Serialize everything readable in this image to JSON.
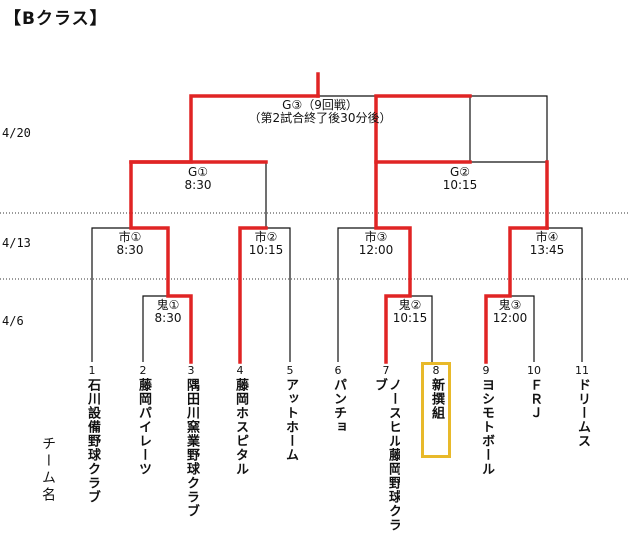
{
  "title": "【Bクラス】",
  "dates": {
    "d1": "4/20",
    "d2": "4/13",
    "d3": "4/6"
  },
  "team_header": "チーム名",
  "matches": {
    "final": {
      "label": "G③（9回戦）",
      "note": "（第2試合終了後30分後）"
    },
    "semi1": {
      "label": "G①",
      "time": "8:30"
    },
    "semi2": {
      "label": "G②",
      "time": "10:15"
    },
    "q1": {
      "label": "市①",
      "time": "8:30"
    },
    "q2": {
      "label": "市②",
      "time": "10:15"
    },
    "q3": {
      "label": "市③",
      "time": "12:00"
    },
    "q4": {
      "label": "市④",
      "time": "13:45"
    },
    "r1a": {
      "label": "鬼①",
      "time": "8:30"
    },
    "r1b": {
      "label": "鬼②",
      "time": "10:15"
    },
    "r1c": {
      "label": "鬼③",
      "time": "12:00"
    }
  },
  "teams": [
    {
      "num": "1",
      "name": "石川設備野球クラブ"
    },
    {
      "num": "2",
      "name": "藤岡パイレーツ"
    },
    {
      "num": "3",
      "name": "隅田川窯業野球クラブ"
    },
    {
      "num": "4",
      "name": "藤岡ホスピタル"
    },
    {
      "num": "5",
      "name": "アットホーム"
    },
    {
      "num": "6",
      "name": "パンチョ"
    },
    {
      "num": "7",
      "name": "ノースヒル藤岡野球クラブ"
    },
    {
      "num": "8",
      "name": "新撰組"
    },
    {
      "num": "9",
      "name": "ヨシモトボール"
    },
    {
      "num": "10",
      "name": "ＦＲＪ"
    },
    {
      "num": "11",
      "name": "ドリームス"
    }
  ],
  "colors": {
    "winner_line": "#e02424",
    "line": "#111111",
    "highlight": "#e8b92a"
  }
}
